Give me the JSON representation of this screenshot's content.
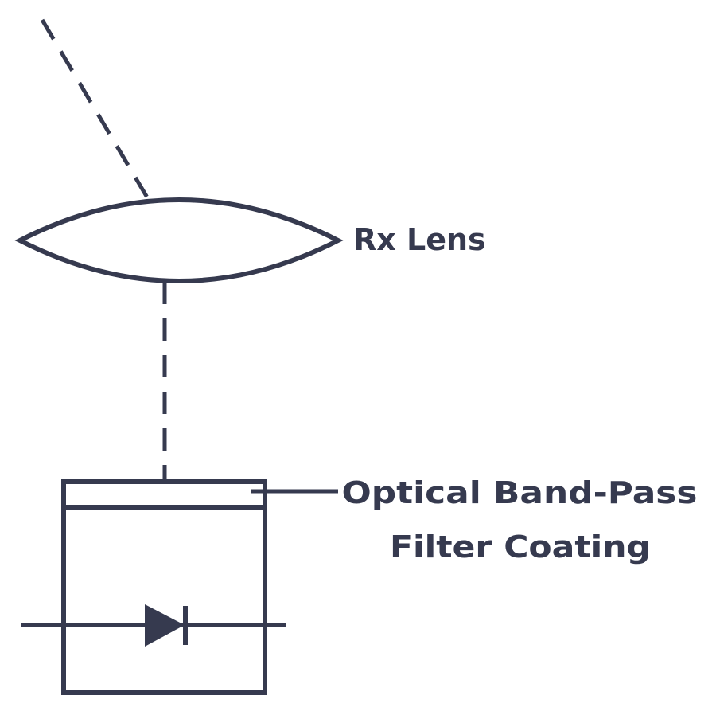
{
  "labels": {
    "lens": "Rx Lens",
    "filter_line1": "Optical Band-Pass",
    "filter_line2": "Filter Coating"
  },
  "colors": {
    "stroke": "#363a4f",
    "background": "#ffffff"
  }
}
